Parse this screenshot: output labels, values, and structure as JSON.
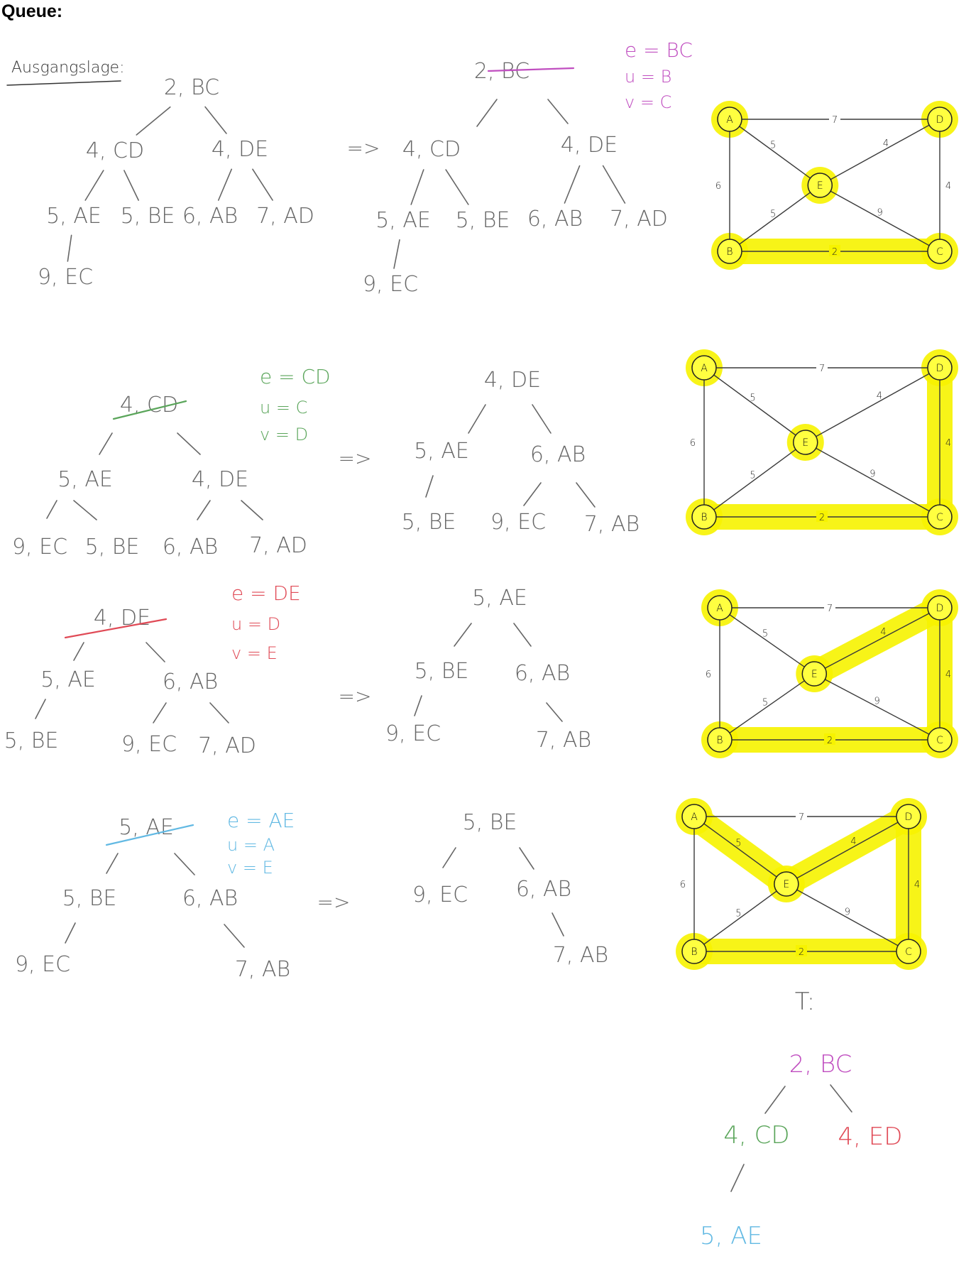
{
  "title": "Queue:",
  "start_label": "Ausgangslage:",
  "arrow": "=>",
  "colors": {
    "ink": "#666666",
    "purple": "#c04ec0",
    "green": "#5aa55a",
    "red": "#e04a56",
    "blue": "#62b9e3",
    "node_fill": "#ffff40",
    "highlight": "#f7f300",
    "edge": "#3a3a3a"
  },
  "heaps": {
    "h0": [
      "2, BC",
      "4, CD",
      "4, DE",
      "5, AE",
      "5, BE",
      "6, AB",
      "7, AD",
      "9, EC"
    ],
    "h1": [
      "4, CD",
      "4, DE",
      "5, AE",
      "5, BE",
      "6, AB",
      "7, AD",
      "9, EC"
    ],
    "h2": [
      "4, CD",
      "5, AE",
      "4, DE",
      "9, EC",
      "5, BE",
      "6, AB",
      "7, AD"
    ],
    "h3": [
      "4, DE",
      "5, AE",
      "6, AB",
      "5, BE",
      "9, EC",
      "7, AB"
    ],
    "h4": [
      "4, DE",
      "5, AE",
      "6, AB",
      "5, BE",
      "9, EC",
      "7, AD"
    ],
    "h5": [
      "5, AE",
      "5, BE",
      "6, AB",
      "9, EC",
      "7, AB"
    ],
    "h6": [
      "5, AE",
      "5, BE",
      "6, AB",
      "9, EC",
      "7, AB"
    ],
    "h7": [
      "5, BE",
      "9, EC",
      "6, AB",
      "7, AB"
    ]
  },
  "removed": {
    "r1": "2, BC",
    "r2": "4, CD",
    "r3": "4, DE",
    "r4": "5, AE"
  },
  "steps": [
    {
      "e": "e = BC",
      "u": "u = B",
      "v": "v = C"
    },
    {
      "e": "e = CD",
      "u": "u = C",
      "v": "v = D"
    },
    {
      "e": "e = DE",
      "u": "u = D",
      "v": "v = E"
    },
    {
      "e": "e = AE",
      "u": "u = A",
      "v": "v = E"
    }
  ],
  "graph": {
    "nodes": [
      "A",
      "B",
      "C",
      "D",
      "E"
    ],
    "edges": [
      {
        "u": "A",
        "v": "D",
        "w": "7"
      },
      {
        "u": "A",
        "v": "E",
        "w": "5"
      },
      {
        "u": "A",
        "v": "B",
        "w": "6"
      },
      {
        "u": "D",
        "v": "E",
        "w": "4"
      },
      {
        "u": "D",
        "v": "C",
        "w": "4"
      },
      {
        "u": "B",
        "v": "E",
        "w": "5"
      },
      {
        "u": "E",
        "v": "C",
        "w": "9"
      },
      {
        "u": "B",
        "v": "C",
        "w": "2"
      }
    ],
    "highlighted": [
      {
        "edges": [
          "BC"
        ],
        "nodes": [
          "A",
          "B",
          "C",
          "D",
          "E"
        ]
      },
      {
        "edges": [
          "BC",
          "CD"
        ],
        "nodes": [
          "A",
          "B",
          "C",
          "D",
          "E"
        ]
      },
      {
        "edges": [
          "BC",
          "CD",
          "DE"
        ],
        "nodes": [
          "A",
          "B",
          "C",
          "D",
          "E"
        ]
      },
      {
        "edges": [
          "BC",
          "CD",
          "DE",
          "AE"
        ],
        "nodes": [
          "A",
          "B",
          "C",
          "D",
          "E"
        ]
      }
    ]
  },
  "result": {
    "label": "T:",
    "nodes": [
      "2, BC",
      "4, CD",
      "4, ED",
      "5, AE"
    ]
  }
}
